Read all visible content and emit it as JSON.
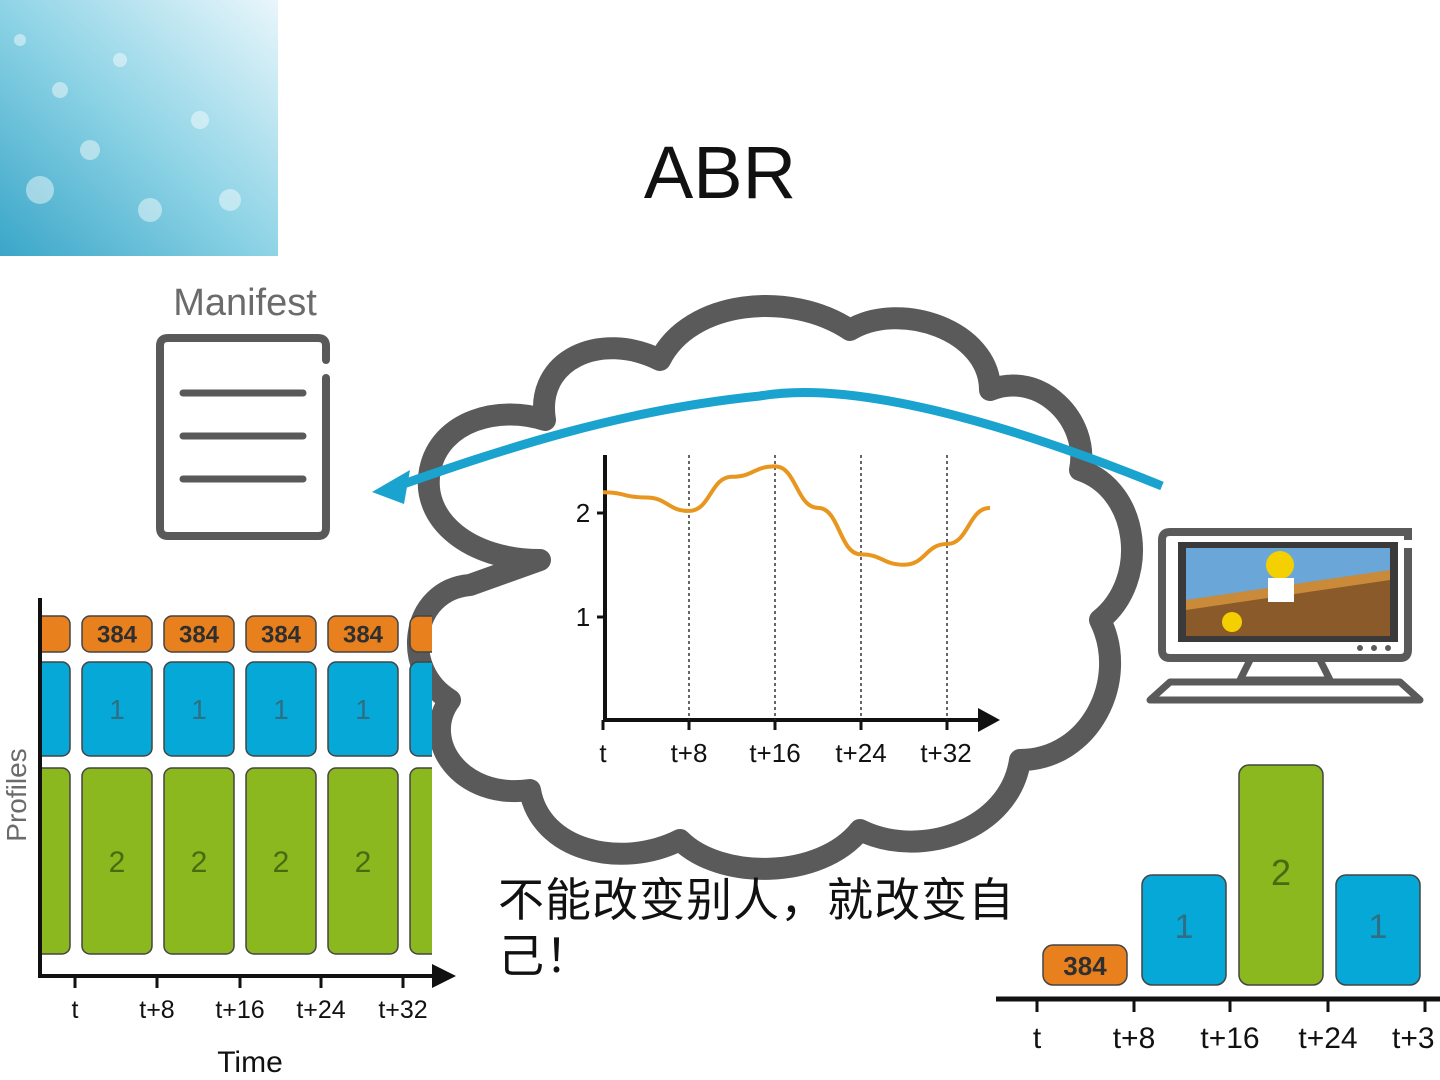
{
  "title": "ABR",
  "manifest": {
    "label": "Manifest",
    "icon": "document-icon"
  },
  "caption": "不能改变别人，就改变自己！",
  "colors": {
    "orange": "#e8801e",
    "blue": "#05a8d6",
    "green": "#8ab81e",
    "cloud": "#595959",
    "arrow": "#1aa3cf",
    "curve": "#e8961e"
  },
  "profiles_chart": {
    "ylabel": "Profiles",
    "xlabel": "Time",
    "ticks": [
      "t",
      "t+8",
      "t+16",
      "t+24",
      "t+32"
    ],
    "rows": [
      {
        "profile": "384",
        "color": "orange"
      },
      {
        "profile": "1",
        "color": "blue"
      },
      {
        "profile": "2",
        "color": "green"
      }
    ],
    "columns": [
      "384",
      "384",
      "384",
      "384"
    ],
    "col_blue": [
      "1",
      "1",
      "1",
      "1"
    ],
    "col_green": [
      "2",
      "2",
      "2",
      "2"
    ]
  },
  "chart_data": [
    {
      "type": "line",
      "x": [
        0,
        4,
        8,
        12,
        16,
        20,
        24,
        28,
        32,
        36
      ],
      "y": [
        2.2,
        2.15,
        2.02,
        2.35,
        2.45,
        2.05,
        1.6,
        1.5,
        1.7,
        2.05
      ],
      "xticks": [
        "t",
        "t+8",
        "t+16",
        "t+24",
        "t+32"
      ],
      "yticks": [
        "1",
        "2"
      ],
      "ylim": [
        0,
        2.6
      ],
      "grid": "vertical dotted lines at ticks"
    },
    {
      "type": "bar",
      "categories": [
        "t",
        "t+8",
        "t+16",
        "t+24"
      ],
      "values": [
        "384",
        "1",
        "2",
        "1"
      ],
      "xticks": [
        "t",
        "t+8",
        "t+16",
        "t+24",
        "t+3"
      ]
    }
  ],
  "monitor": {
    "icon": "computer-monitor-icon"
  }
}
